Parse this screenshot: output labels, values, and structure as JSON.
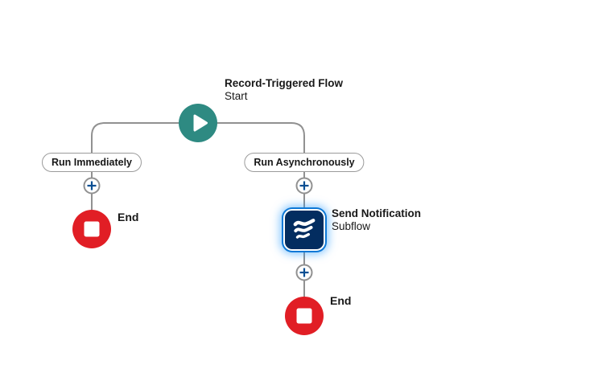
{
  "flow": {
    "start": {
      "title": "Record-Triggered Flow",
      "subtitle": "Start",
      "icon": "play-icon",
      "type": "start"
    },
    "branches": [
      {
        "label": "Run Immediately"
      },
      {
        "label": "Run Asynchronously"
      }
    ],
    "add_buttons": [
      {
        "icon": "plus-icon",
        "branch": "Run Immediately"
      },
      {
        "icon": "plus-icon",
        "branch": "Run Asynchronously"
      },
      {
        "icon": "plus-icon",
        "branch": "Run Asynchronously"
      }
    ],
    "subflow": {
      "title": "Send Notification",
      "subtitle": "Subflow",
      "icon": "subflow-waves-icon",
      "selected": true
    },
    "ends": [
      {
        "label": "End",
        "branch": "Run Immediately"
      },
      {
        "label": "End",
        "branch": "Run Asynchronously"
      }
    ]
  },
  "colors": {
    "canvas_background": "#ffffff",
    "start_node": "#2e8a82",
    "end_node": "#e11e25",
    "subflow_node_background": "#032d60",
    "selection_border": "#0d78d6",
    "selection_glow": "#1b96ff",
    "connector": "#919191",
    "plus_icon": "#0a4f93",
    "label_text": "#181818"
  }
}
